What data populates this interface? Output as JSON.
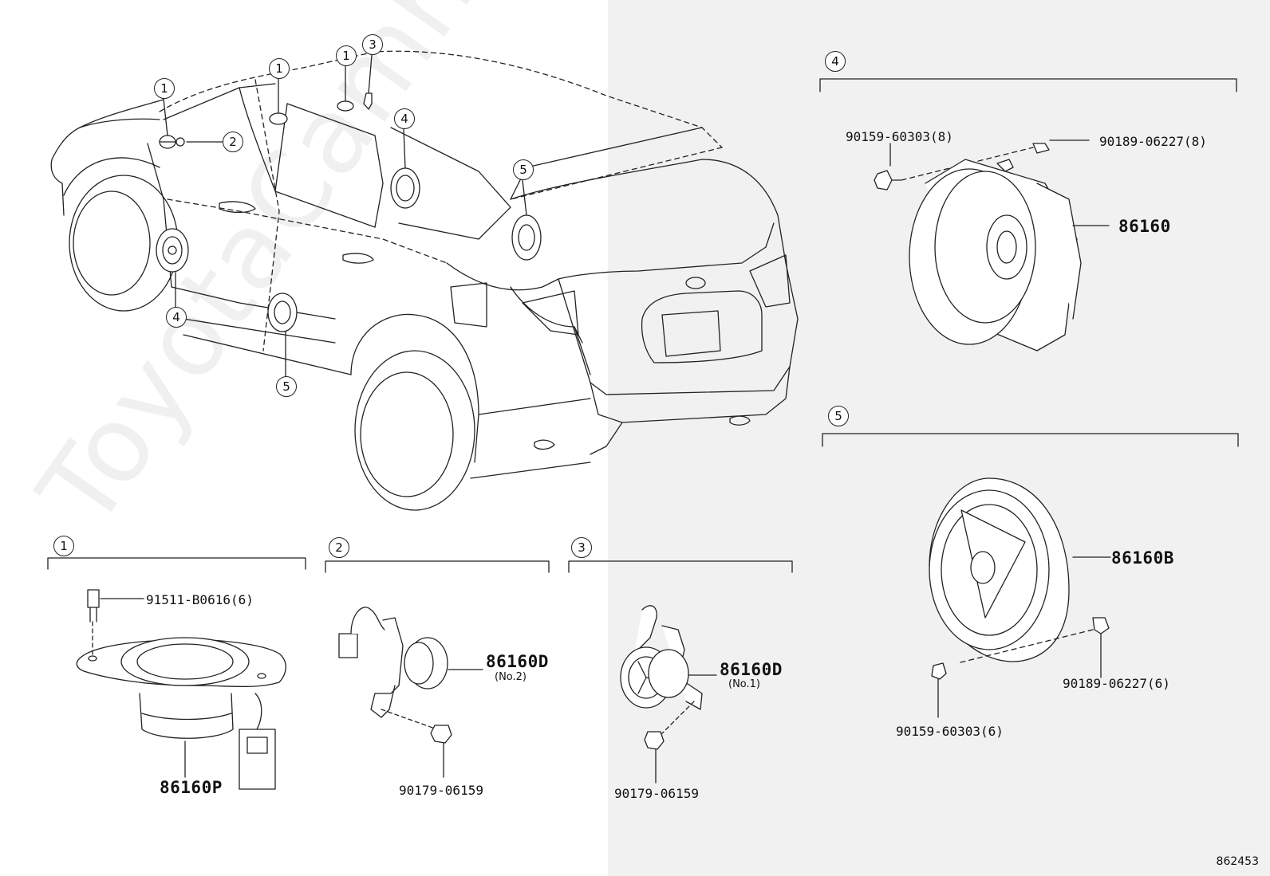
{
  "watermark": "ToyotaCamhire.ru",
  "reference_number": "862453",
  "callouts": {
    "one": "1",
    "two": "2",
    "three": "3",
    "four": "4",
    "five": "5"
  },
  "parts": {
    "p91511": "91511-B0616(6)",
    "p86160P": "86160P",
    "p86160D_a": "86160D",
    "no2": "(No.2)",
    "p90179_a": "90179-06159",
    "p86160D_b": "86160D",
    "no1": "(No.1)",
    "p90179_b": "90179-06159",
    "p90159_8": "90159-60303(8)",
    "p90189_8": "90189-06227(8)",
    "p86160": "86160",
    "p86160B": "86160B",
    "p90189_6": "90189-06227(6)",
    "p90159_6": "90159-60303(6)"
  }
}
